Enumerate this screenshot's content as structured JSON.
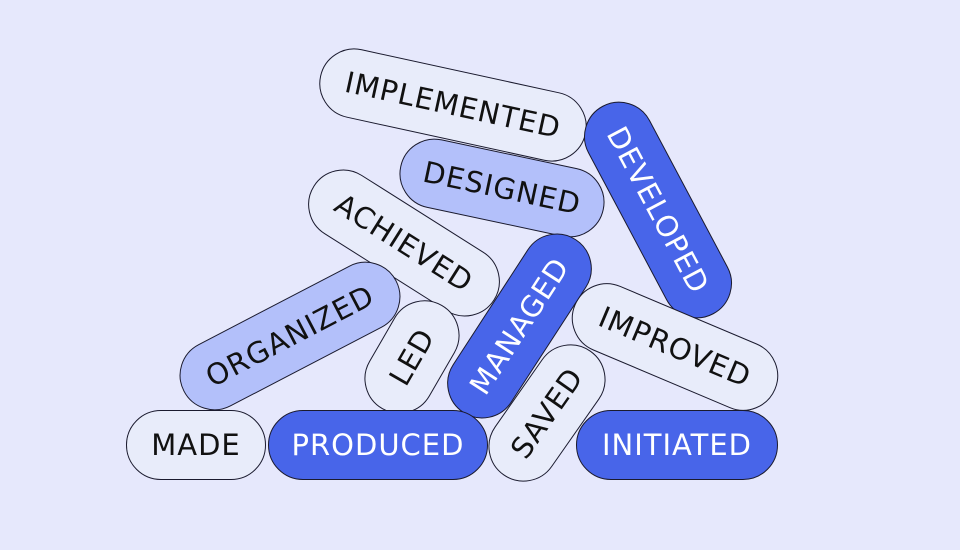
{
  "colors": {
    "background": "#E6E8FC",
    "light": "#E8ECFA",
    "medium": "#B3C0FA",
    "dark": "#4865E9"
  },
  "pills": [
    {
      "label": "IMPLEMENTED",
      "style": "light"
    },
    {
      "label": "DEVELOPED",
      "style": "dark"
    },
    {
      "label": "DESIGNED",
      "style": "medium"
    },
    {
      "label": "ACHIEVED",
      "style": "light"
    },
    {
      "label": "ORGANIZED",
      "style": "medium"
    },
    {
      "label": "MANAGED",
      "style": "dark"
    },
    {
      "label": "LED",
      "style": "light"
    },
    {
      "label": "IMPROVED",
      "style": "light"
    },
    {
      "label": "SAVED",
      "style": "light"
    },
    {
      "label": "MADE",
      "style": "light"
    },
    {
      "label": "PRODUCED",
      "style": "dark"
    },
    {
      "label": "INITIATED",
      "style": "dark"
    }
  ]
}
